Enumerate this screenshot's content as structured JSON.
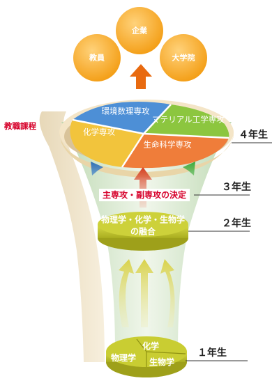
{
  "careers": {
    "left": "教員",
    "center": "企業",
    "right": "大学院"
  },
  "teacher_course": "教職課程",
  "pie": {
    "kankyo": "環境数理専攻",
    "material": "マテリアル工学専攻",
    "kagaku": "化学専攻",
    "seimei": "生命科学専攻"
  },
  "decision": "主専攻・副専攻の決定",
  "fusion": {
    "line1": "物理学・化学・生物学",
    "line2": "の融合"
  },
  "base": {
    "kagaku": "化学",
    "butsuri": "物理学",
    "seibutsu": "生物学"
  },
  "years": {
    "y4": "４年生",
    "y3": "３年生",
    "y2": "２年生",
    "y1": "１年生"
  },
  "colors": {
    "career_circle": "#f5a623",
    "arrow_up": "#e86a10",
    "blue_sector": "#4d8fd6",
    "green_sector": "#8cc63f",
    "yellow_sector": "#f2c43c",
    "orange_sector": "#ef7d3a",
    "disc_olive": "#c4c82a",
    "accent_red": "#d6002a"
  }
}
